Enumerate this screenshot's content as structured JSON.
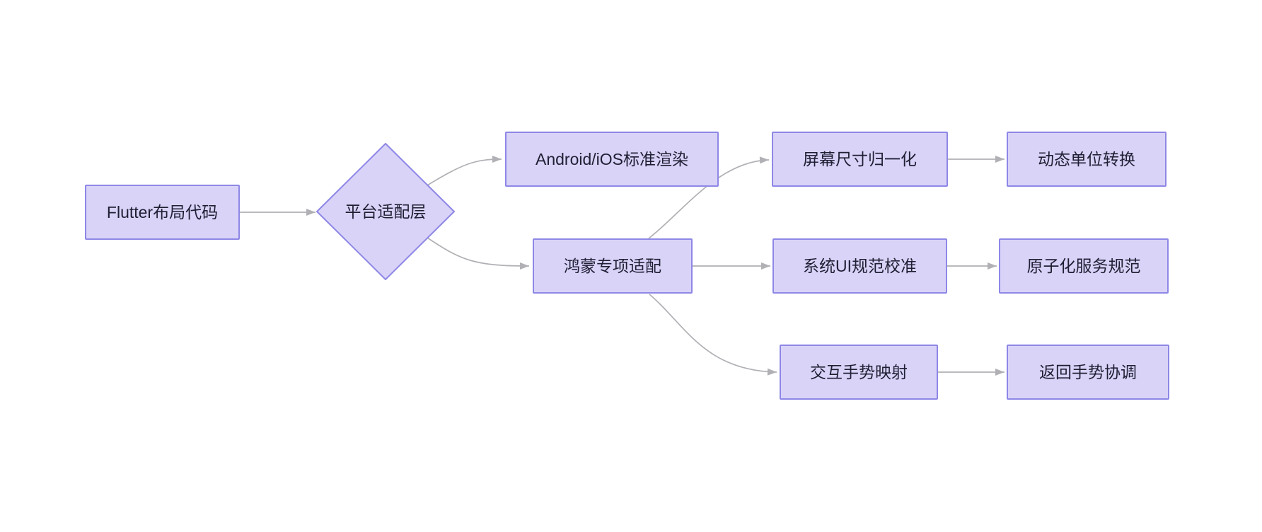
{
  "diagram": {
    "type": "flowchart",
    "direction": "left-to-right",
    "colors": {
      "background": "#ffffff",
      "node_fill": "#d9d3f8",
      "node_border": "#8e87e6",
      "node_text": "#1f1f33",
      "edge": "#b0b0b5"
    },
    "nodes": {
      "flutter_code": {
        "label": "Flutter布局代码",
        "shape": "rectangle"
      },
      "platform_layer": {
        "label": "平台适配层",
        "shape": "diamond"
      },
      "android_ios": {
        "label": "Android/iOS标准渲染",
        "shape": "rectangle"
      },
      "harmony": {
        "label": "鸿蒙专项适配",
        "shape": "rectangle"
      },
      "screen_norm": {
        "label": "屏幕尺寸归一化",
        "shape": "rectangle"
      },
      "dynamic_unit": {
        "label": "动态单位转换",
        "shape": "rectangle"
      },
      "ui_spec": {
        "label": "系统UI规范校准",
        "shape": "rectangle"
      },
      "atomic_service": {
        "label": "原子化服务规范",
        "shape": "rectangle"
      },
      "gesture_map": {
        "label": "交互手势映射",
        "shape": "rectangle"
      },
      "back_gesture": {
        "label": "返回手势协调",
        "shape": "rectangle"
      }
    },
    "edges": [
      {
        "from": "flutter_code",
        "to": "platform_layer"
      },
      {
        "from": "platform_layer",
        "to": "android_ios"
      },
      {
        "from": "platform_layer",
        "to": "harmony"
      },
      {
        "from": "harmony",
        "to": "screen_norm"
      },
      {
        "from": "harmony",
        "to": "ui_spec"
      },
      {
        "from": "harmony",
        "to": "gesture_map"
      },
      {
        "from": "screen_norm",
        "to": "dynamic_unit"
      },
      {
        "from": "ui_spec",
        "to": "atomic_service"
      },
      {
        "from": "gesture_map",
        "to": "back_gesture"
      }
    ]
  }
}
